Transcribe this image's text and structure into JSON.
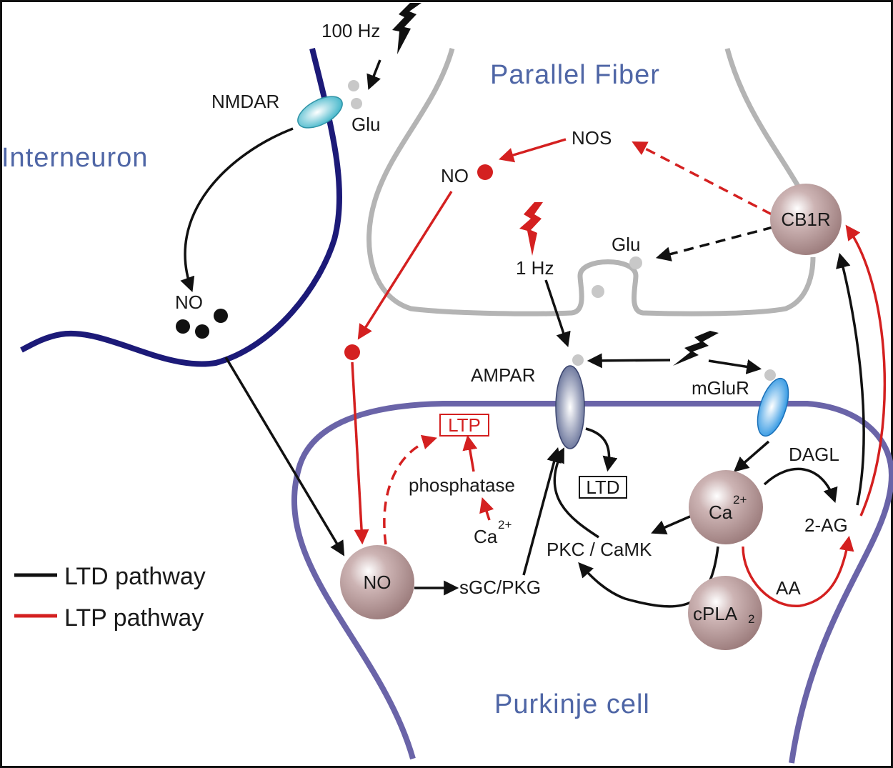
{
  "regions": {
    "interneuron": "Interneuron",
    "parallel_fiber": "Parallel Fiber",
    "purkinje_cell": "Purkinje cell"
  },
  "labels": {
    "stim_100hz": "100 Hz",
    "stim_1hz": "1 Hz",
    "nmdar": "NMDAR",
    "glu_top": "Glu",
    "glu_mid": "Glu",
    "no_interneuron": "NO",
    "nos": "NOS",
    "no_pf": "NO",
    "cb1r": "CB1R",
    "ampar": "AMPAR",
    "mglur": "mGluR",
    "ltp": "LTP",
    "ltd": "LTD",
    "phosphatase": "phosphatase",
    "ca_small": "Ca",
    "ca_small_sup": "2+",
    "ca_big": "Ca",
    "ca_big_sup": "2+",
    "dagl": "DAGL",
    "two_ag": "2-AG",
    "pkc_camk": "PKC / CaMK",
    "aa": "AA",
    "cpla": "cPLA",
    "cpla_sub": "2",
    "no_purkinje": "NO",
    "sgc_pkg": "sGC/PKG"
  },
  "legend": {
    "ltd": "LTD pathway",
    "ltp": "LTP pathway"
  },
  "colors": {
    "ltd_pathway": "#111111",
    "ltp_pathway": "#d42020",
    "interneuron_membrane": "#1c1a78",
    "parallel_fiber_membrane": "#b4b4b4",
    "purkinje_membrane": "#6a64a8",
    "region_label": "#4f66a6",
    "node_fill": "#a98b8b"
  }
}
